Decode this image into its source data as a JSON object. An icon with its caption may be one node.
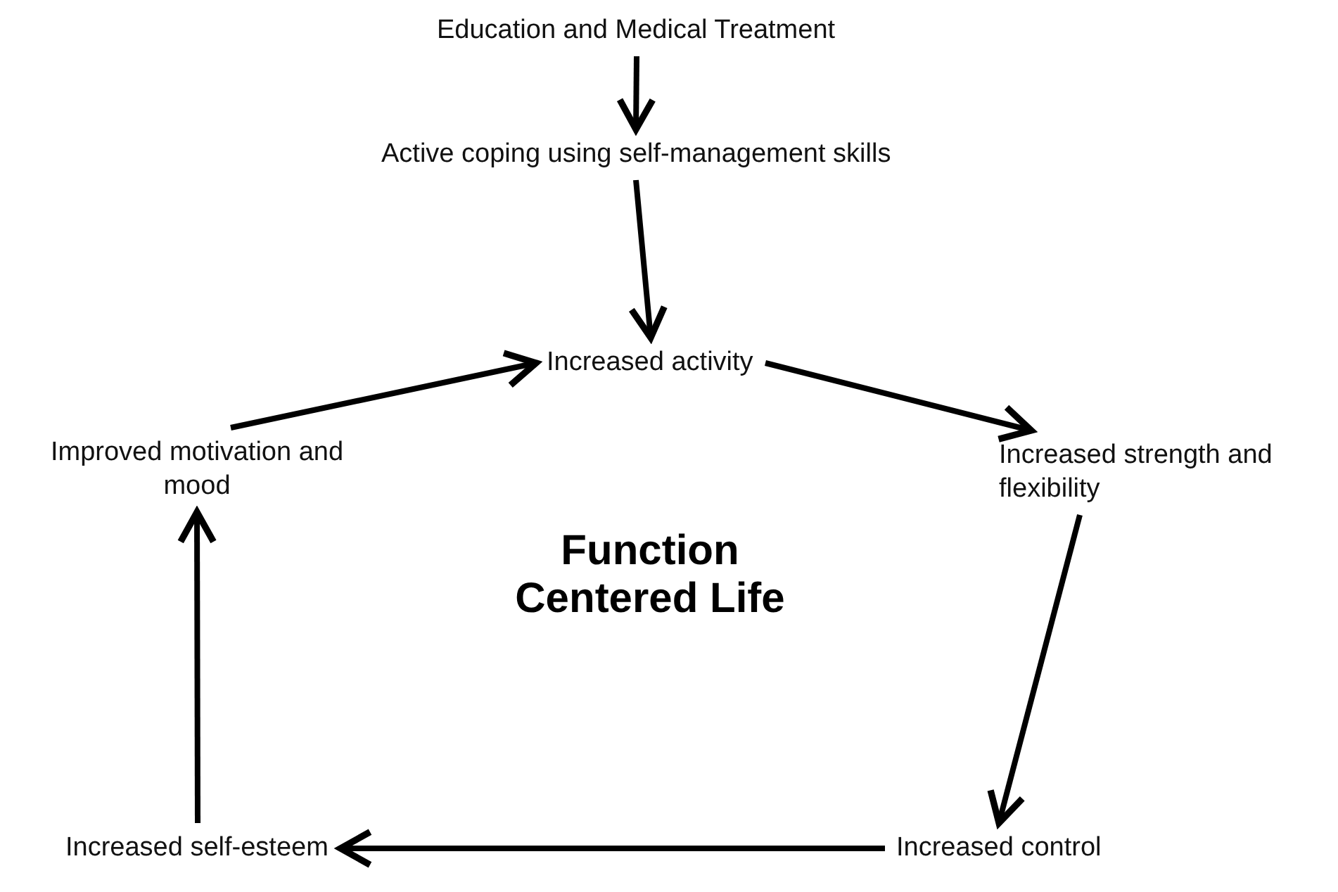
{
  "diagram": {
    "nodes": [
      {
        "text": [
          "Education and Medical Treatment"
        ]
      },
      {
        "text": [
          "Active coping using self-management skills"
        ]
      },
      {
        "text": [
          "Increased activity"
        ]
      },
      {
        "text": [
          "Increased strength and flexibility"
        ]
      },
      {
        "text": [
          "Increased control"
        ]
      },
      {
        "text": [
          "Increased self-esteem"
        ]
      },
      {
        "text": [
          "Improved motivation and mood"
        ]
      }
    ],
    "edges": [
      {
        "from": 0,
        "to": 1,
        "arrow": "to"
      },
      {
        "from": 1,
        "to": 2,
        "arrow": "to"
      },
      {
        "from": 2,
        "to": 3,
        "arrow": "to"
      },
      {
        "from": 3,
        "to": 4,
        "arrow": "to"
      },
      {
        "from": 4,
        "to": 5,
        "arrow": "to"
      },
      {
        "from": 5,
        "to": 6,
        "arrow": "to"
      },
      {
        "from": 6,
        "to": 2,
        "arrow": "to"
      }
    ],
    "labels": [
      "Function Centered Life"
    ]
  }
}
